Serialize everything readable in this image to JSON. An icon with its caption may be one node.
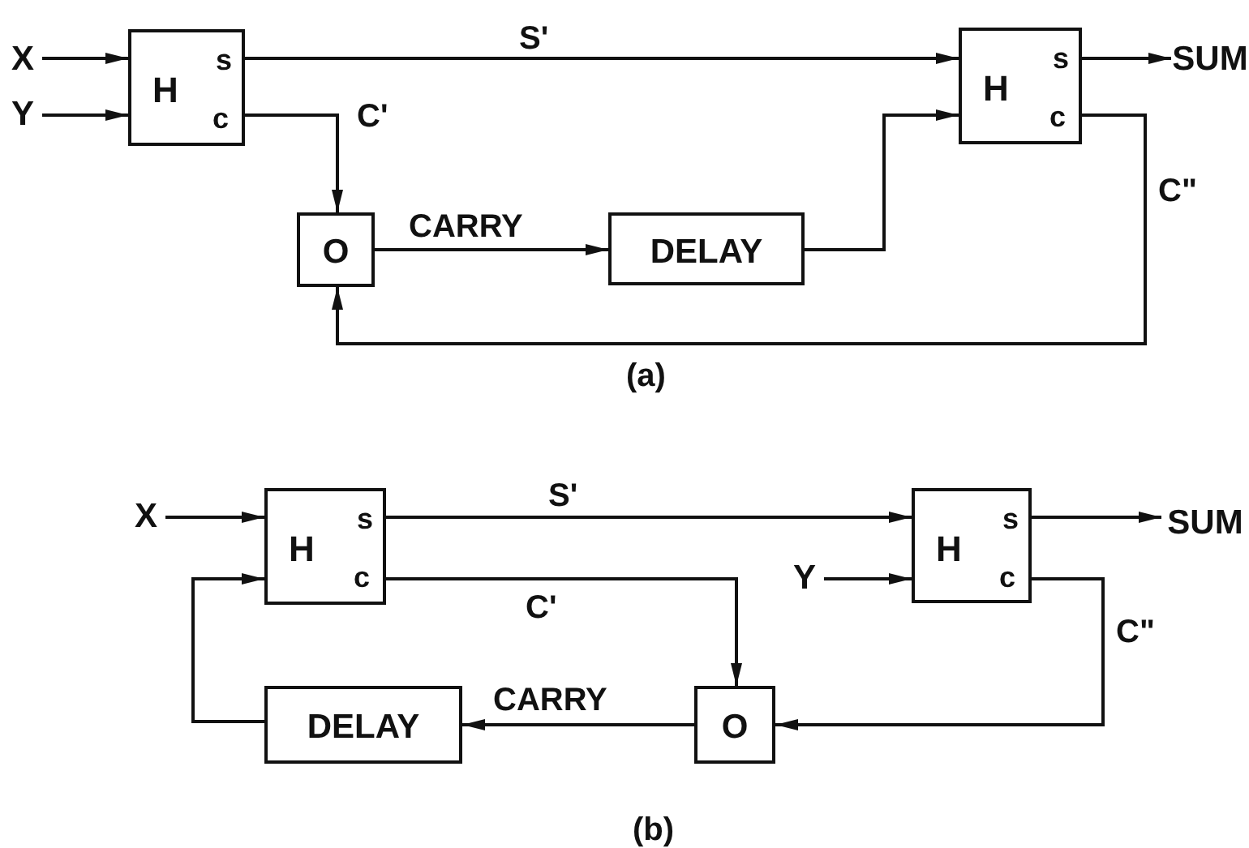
{
  "diagram": {
    "nodes": [
      {
        "text": [
          "X"
        ]
      },
      {
        "text": [
          "Y"
        ]
      },
      {
        "text": [
          "H",
          "s",
          "c"
        ]
      },
      {
        "text": [
          "H",
          "s",
          "c"
        ]
      },
      {
        "text": [
          "SUM"
        ]
      },
      {
        "text": [
          "O"
        ]
      },
      {
        "text": [
          "DELAY"
        ]
      },
      {
        "text": [
          "X"
        ]
      },
      {
        "text": [
          "H",
          "s",
          "c"
        ]
      },
      {
        "text": [
          "H",
          "s",
          "c"
        ]
      },
      {
        "text": [
          "SUM"
        ]
      },
      {
        "text": [
          "Y"
        ]
      },
      {
        "text": [
          "DELAY"
        ]
      },
      {
        "text": [
          "O"
        ]
      }
    ],
    "edges": [
      {
        "from": 0,
        "to": 2,
        "arrow": "to"
      },
      {
        "from": 1,
        "to": 2,
        "arrow": "to"
      },
      {
        "from": 2,
        "to": 3,
        "arrow": "to",
        "label": "S'"
      },
      {
        "from": 2,
        "to": 5,
        "arrow": "to",
        "label": "C'"
      },
      {
        "from": 5,
        "to": 6,
        "arrow": "to",
        "label": "CARRY"
      },
      {
        "from": 6,
        "to": 3,
        "arrow": "to"
      },
      {
        "from": 3,
        "to": 4,
        "arrow": "to"
      },
      {
        "from": 3,
        "to": 5,
        "arrow": "to",
        "label": "C\""
      },
      {
        "from": 7,
        "to": 8,
        "arrow": "to"
      },
      {
        "from": 8,
        "to": 9,
        "arrow": "to",
        "label": "S'"
      },
      {
        "from": 9,
        "to": 10,
        "arrow": "to"
      },
      {
        "from": 11,
        "to": 9,
        "arrow": "to"
      },
      {
        "from": 8,
        "to": 13,
        "arrow": "to",
        "label": "C'"
      },
      {
        "from": 9,
        "to": 13,
        "arrow": "to",
        "label": "C\""
      },
      {
        "from": 13,
        "to": 12,
        "arrow": "to",
        "label": "CARRY"
      },
      {
        "from": 12,
        "to": 8,
        "arrow": "to"
      }
    ],
    "labels": [
      "(a)",
      "(b)"
    ]
  }
}
